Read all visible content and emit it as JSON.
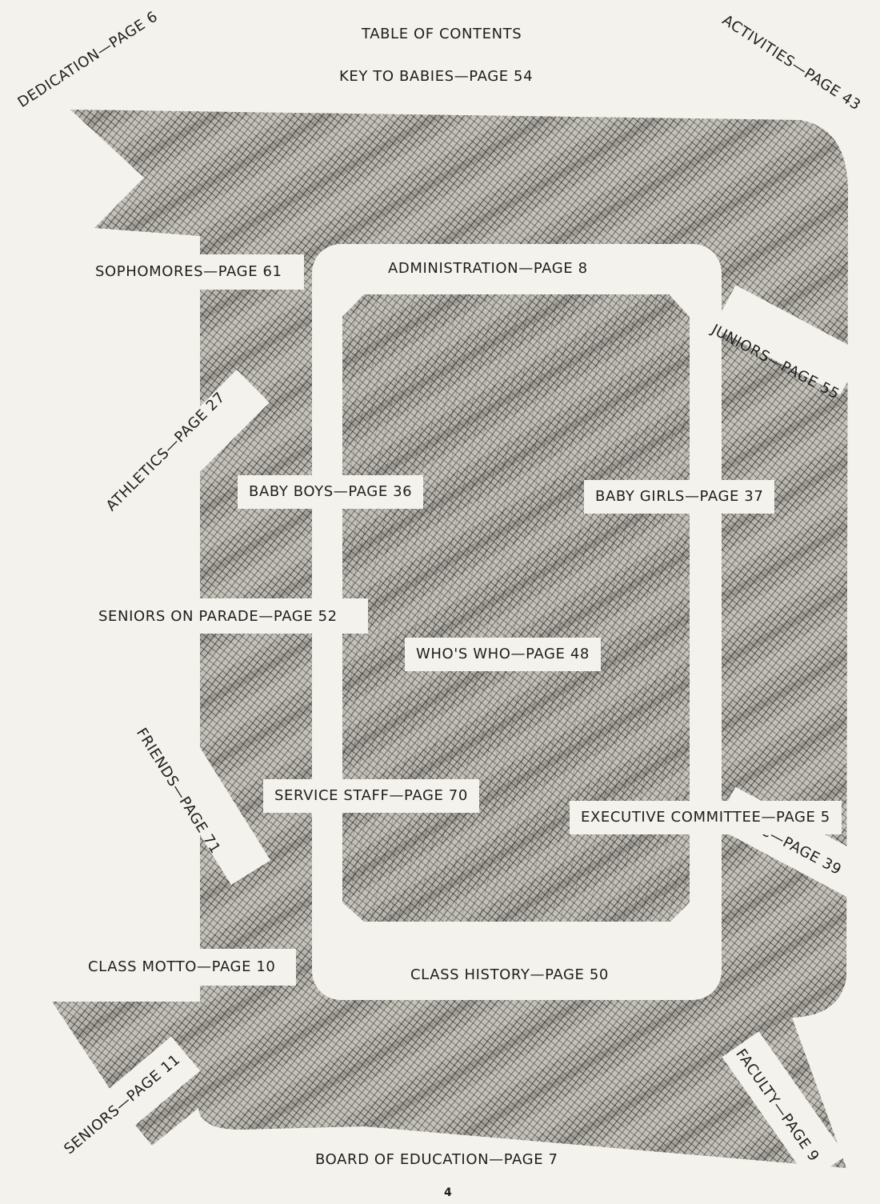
{
  "header": {
    "title": "TABLE OF CONTENTS",
    "key_to_babies": "KEY TO BABIES—PAGE 54"
  },
  "entries": {
    "dedication": "DEDICATION—PAGE 6",
    "activities": "ACTIVITIES—PAGE 43",
    "sophomores": "SOPHOMORES—PAGE 61",
    "administration": "ADMINISTRATION—PAGE 8",
    "juniors": "JUNIORS—PAGE 55",
    "athletics": "ATHLETICS—PAGE 27",
    "baby_boys": "BABY BOYS—PAGE 36",
    "baby_girls": "BABY GIRLS—PAGE 37",
    "seniors_on_parade": "SENIORS ON PARADE—PAGE 52",
    "whos_who": "WHO'S WHO—PAGE 48",
    "friends": "FRIENDS—PAGE 71",
    "service_staff": "SERVICE STAFF—PAGE 70",
    "executive_committee": "EXECUTIVE COMMITTEE—PAGE 5",
    "music": "MUSIC—PAGE 39",
    "class_motto": "CLASS MOTTO—PAGE 10",
    "class_history": "CLASS HISTORY—PAGE 50",
    "seniors": "SENIORS—PAGE 11",
    "faculty": "FACULTY—PAGE 9",
    "board_of_education": "BOARD OF EDUCATION—PAGE 7"
  },
  "footer": {
    "page_number": "4"
  },
  "colors": {
    "paper": "#f4f2ec",
    "ink": "#1e1e1e"
  }
}
